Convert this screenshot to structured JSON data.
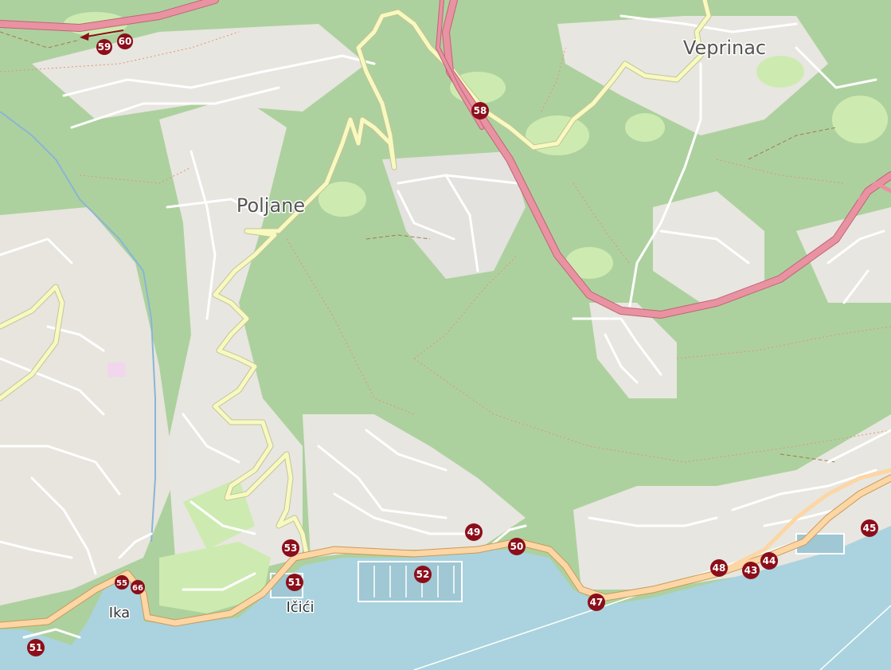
{
  "map": {
    "places": [
      {
        "name": "Veprinac",
        "kind": "village"
      },
      {
        "name": "Poljane",
        "kind": "village"
      },
      {
        "name": "Ika",
        "kind": "town"
      },
      {
        "name": "Ičići",
        "kind": "town"
      }
    ],
    "markers": [
      "60",
      "59",
      "58",
      "53",
      "51",
      "55",
      "66",
      "49",
      "50",
      "52",
      "47",
      "48",
      "43",
      "44",
      "45",
      "51"
    ],
    "colors": {
      "forest": "#add19e",
      "meadow": "#cdebb0",
      "residential": "#e0dfdf",
      "built": "#f2efe9",
      "water": "#aad3df",
      "motorway": "#e892a2",
      "primary_road": "#fcd6a4",
      "secondary_road": "#f7fabf",
      "minor_road": "#ffffff",
      "stream": "#8ab5d6",
      "path": "#e4917c",
      "marker": "#8b0e1a"
    },
    "icons": [
      "route-marker-icon",
      "direction-arrow-icon"
    ]
  }
}
